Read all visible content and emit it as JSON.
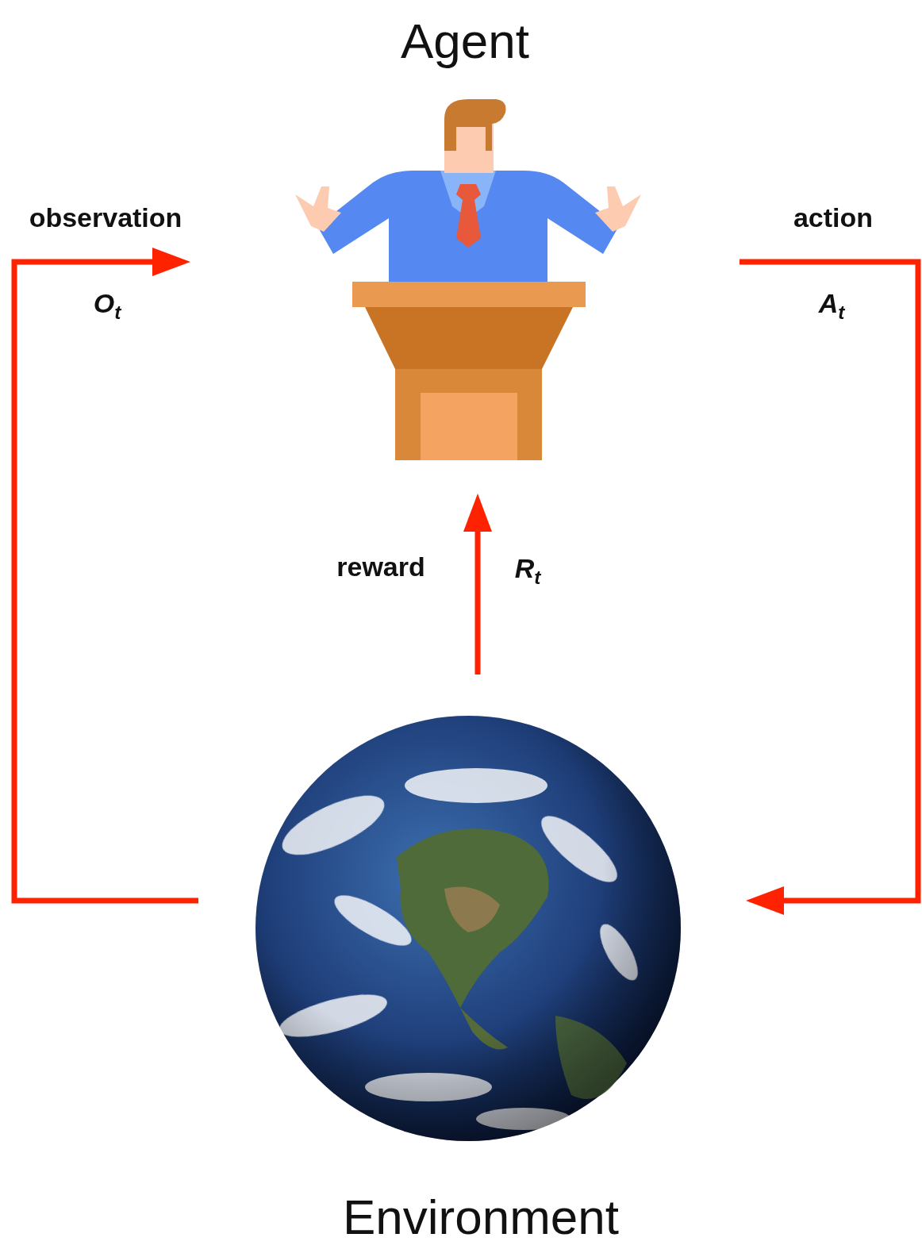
{
  "diagram": {
    "nodes": [
      {
        "text": [
          "Agent"
        ]
      },
      {
        "text": [
          "Environment"
        ]
      }
    ],
    "edges": [
      {
        "from": 1,
        "to": 0,
        "arrow": "to",
        "label": "observation"
      },
      {
        "from": 0,
        "to": 1,
        "arrow": "to",
        "label": "action"
      },
      {
        "from": 1,
        "to": 0,
        "arrow": "to",
        "label": "reward"
      }
    ],
    "labels": [
      "Ot",
      "At",
      "Rt"
    ]
  }
}
